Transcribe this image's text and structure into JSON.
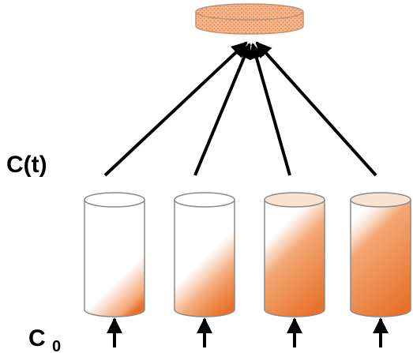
{
  "labels": {
    "concentration_time": "C(t)",
    "initial_concentration_base": "C",
    "initial_concentration_subscript": "0"
  },
  "columns": [
    {
      "fill_level": 0.33
    },
    {
      "fill_level": 0.5
    },
    {
      "fill_level": 0.8
    },
    {
      "fill_level": 0.95
    }
  ],
  "colors": {
    "column_fill": "#e8722a",
    "column_outline": "#8a8a8a",
    "collector_fill": "#f5b58a",
    "collector_dots": "#d96a3a",
    "arrow": "#000000"
  }
}
